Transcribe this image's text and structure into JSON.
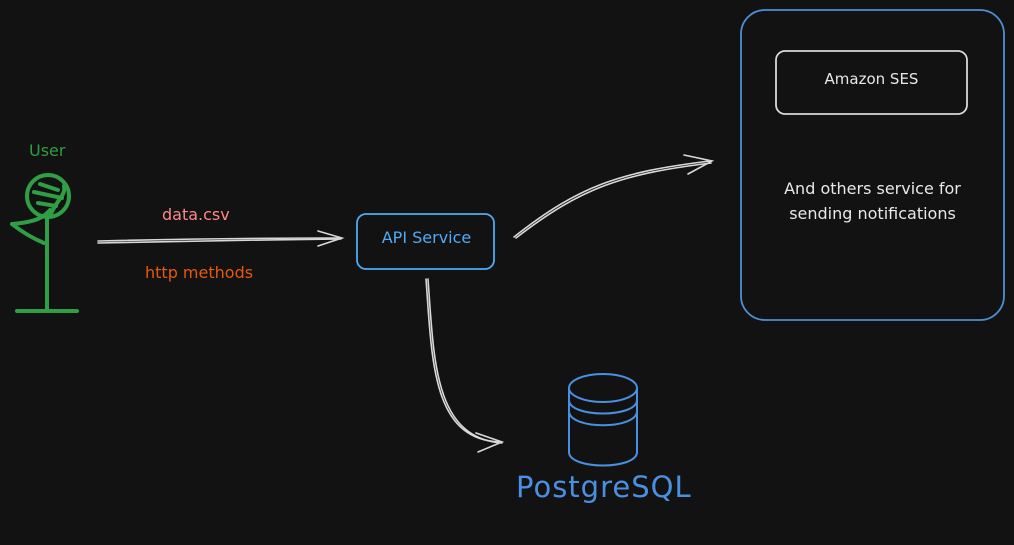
{
  "diagram": {
    "user": {
      "label": "User"
    },
    "edge_user_api": {
      "label_top": "data.csv",
      "label_bottom": "http methods"
    },
    "api_service": {
      "label": "API Service"
    },
    "notifications_group": {
      "ses": {
        "label": "Amazon SES"
      },
      "description": "And others service for sending notifications"
    },
    "database": {
      "label": "PostgreSQL"
    }
  },
  "colors": {
    "background": "#121212",
    "user": "#2f9e44",
    "data_label": "#ff8787",
    "http_label": "#e8590c",
    "api": "#4dabf7",
    "group_border": "#4a90d9",
    "ses_border": "#d8d8d8",
    "text_light": "#e8e8e8",
    "arrow": "#d8d8d8",
    "database": "#4a90e2"
  }
}
